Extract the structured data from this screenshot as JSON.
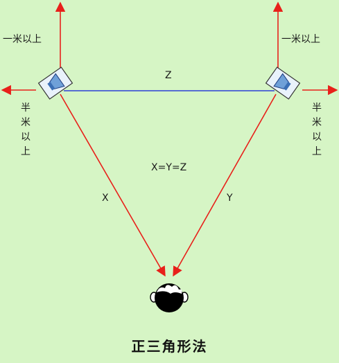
{
  "labels": {
    "side_top_left": "一米以上",
    "side_top_right": "一米以上",
    "side_left_vertical": [
      "半",
      "米",
      "以",
      "上"
    ],
    "side_right_vertical": [
      "半",
      "米",
      "以",
      "上"
    ],
    "edge_top": "Z",
    "edge_left": "X",
    "edge_right": "Y",
    "equation": "X=Y=Z",
    "caption": "正三角形法"
  },
  "colors": {
    "background": "#d6f5c5",
    "arrow": "#e8201a",
    "speaker_line": "#2b3fd6",
    "speaker_fill": "#e9f2fb",
    "speaker_cone": "#6fa0d8",
    "head": "#000000"
  },
  "icons": {
    "left_speaker": "speaker-icon",
    "right_speaker": "speaker-icon",
    "listener": "listener-head-icon"
  }
}
